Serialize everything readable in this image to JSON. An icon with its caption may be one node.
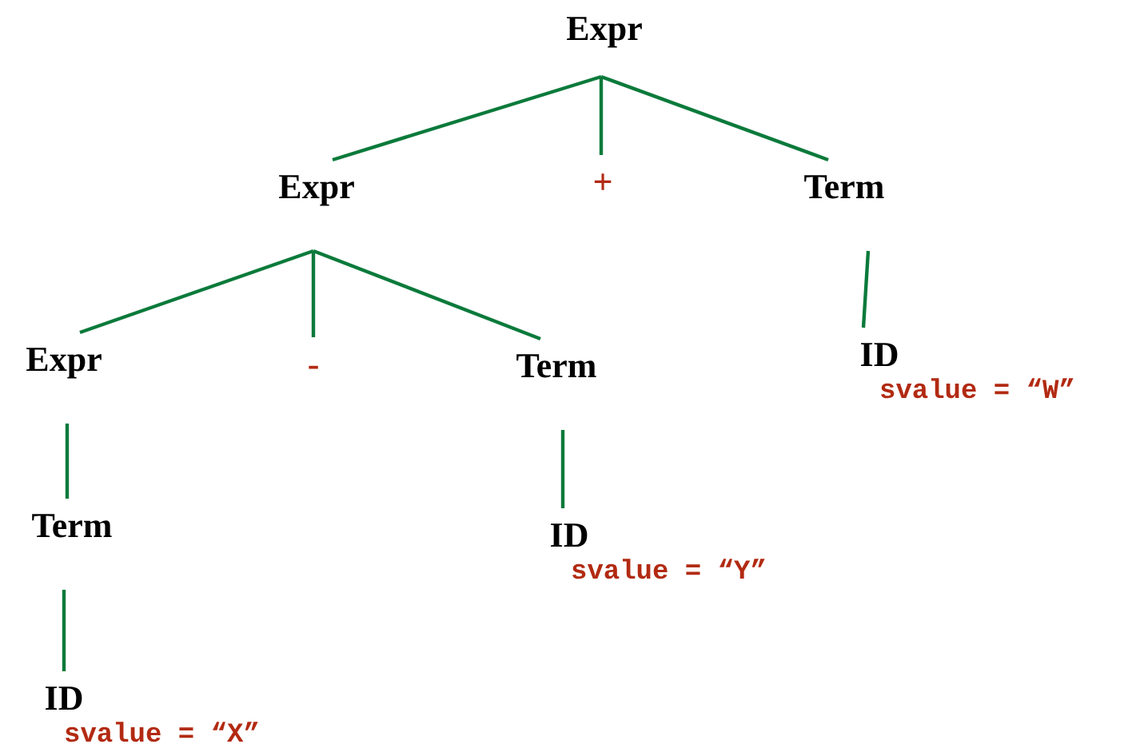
{
  "diagram": {
    "nodes": [
      {
        "text": [
          "Expr"
        ]
      },
      {
        "text": [
          "Expr"
        ]
      },
      {
        "text": [
          "+"
        ]
      },
      {
        "text": [
          "Term"
        ]
      },
      {
        "text": [
          "Expr"
        ]
      },
      {
        "text": [
          "-"
        ]
      },
      {
        "text": [
          "Term"
        ]
      },
      {
        "text": [
          "Term"
        ]
      },
      {
        "text": [
          "ID"
        ],
        "beside": [
          "svalue = “Y”"
        ]
      },
      {
        "text": [
          "ID"
        ],
        "beside": [
          "svalue = “W”"
        ]
      },
      {
        "text": [
          "ID"
        ],
        "beside": [
          "svalue = “X”"
        ]
      }
    ],
    "edges": [
      {
        "from": 0,
        "to": 1,
        "arrow": "none"
      },
      {
        "from": 0,
        "to": 2,
        "arrow": "none"
      },
      {
        "from": 0,
        "to": 3,
        "arrow": "none"
      },
      {
        "from": 1,
        "to": 4,
        "arrow": "none"
      },
      {
        "from": 1,
        "to": 5,
        "arrow": "none"
      },
      {
        "from": 1,
        "to": 6,
        "arrow": "none"
      },
      {
        "from": 3,
        "to": 9,
        "arrow": "none"
      },
      {
        "from": 4,
        "to": 7,
        "arrow": "none"
      },
      {
        "from": 6,
        "to": 8,
        "arrow": "none"
      },
      {
        "from": 7,
        "to": 10,
        "arrow": "none"
      }
    ]
  }
}
